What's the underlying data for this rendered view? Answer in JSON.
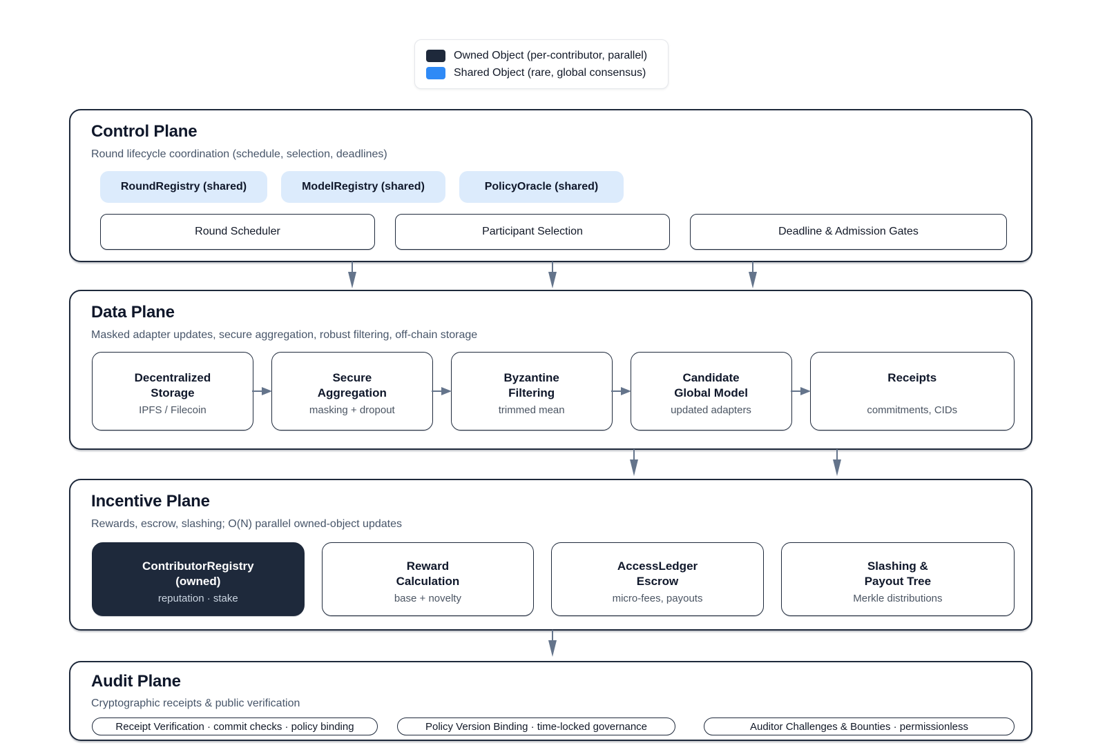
{
  "legend": {
    "items": [
      {
        "label": "Owned Object (per-contributor, parallel)",
        "color": "#1e293b"
      },
      {
        "label": "Shared Object (rare, global consensus)",
        "color": "#2f8af6"
      }
    ]
  },
  "planes": {
    "control": {
      "title": "Control Plane",
      "subtitle": "Round lifecycle coordination (schedule, selection, deadlines)",
      "shared_objects": [
        "RoundRegistry (shared)",
        "ModelRegistry (shared)",
        "PolicyOracle (shared)"
      ],
      "modules": [
        "Round Scheduler",
        "Participant Selection",
        "Deadline & Admission Gates"
      ]
    },
    "data": {
      "title": "Data Plane",
      "subtitle": "Masked adapter updates, secure aggregation, robust filtering, off-chain storage",
      "stages": [
        {
          "line1": "Decentralized",
          "line2": "Storage",
          "note": "IPFS / Filecoin"
        },
        {
          "line1": "Secure",
          "line2": "Aggregation",
          "note": "masking + dropout"
        },
        {
          "line1": "Byzantine",
          "line2": "Filtering",
          "note": "trimmed mean"
        },
        {
          "line1": "Candidate",
          "line2": "Global Model",
          "note": "updated adapters"
        },
        {
          "line1": "Receipts",
          "line2": "",
          "note": "commitments, CIDs"
        }
      ]
    },
    "incentive": {
      "title": "Incentive Plane",
      "subtitle": "Rewards, escrow, slashing; O(N) parallel owned-object updates",
      "boxes": [
        {
          "line1": "ContributorRegistry",
          "line2": "(owned)",
          "note": "reputation · stake",
          "variant": "owned"
        },
        {
          "line1": "Reward",
          "line2": "Calculation",
          "note": "base + novelty",
          "variant": "default"
        },
        {
          "line1": "AccessLedger",
          "line2": "Escrow",
          "note": "micro-fees, payouts",
          "variant": "default"
        },
        {
          "line1": "Slashing &",
          "line2": "Payout Tree",
          "note": "Merkle distributions",
          "variant": "default"
        }
      ]
    },
    "audit": {
      "title": "Audit Plane",
      "subtitle": "Cryptographic receipts & public verification",
      "checks": [
        "Receipt Verification · commit checks · policy binding",
        "Policy Version Binding · time-locked governance",
        "Auditor Challenges & Bounties · permissionless"
      ]
    }
  },
  "colors": {
    "owned_object": "#1e293b",
    "shared_object": "#2f8af6",
    "shared_pill_bg": "#dcebfc",
    "plane_border": "#1e293b",
    "arrow": "#64748b",
    "title_text": "#0f172a",
    "subtitle_text": "#475569",
    "note_text": "#4b5563",
    "owned_note_text": "#cbd5e1",
    "background": "#ffffff"
  }
}
